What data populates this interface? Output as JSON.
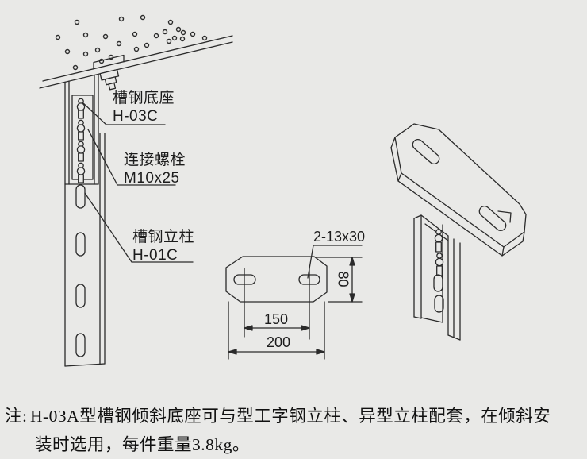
{
  "page": {
    "background": "#e9e9e7",
    "line_color": "#2b2b2b"
  },
  "drawing": {
    "labels": [
      {
        "id": "channel-base",
        "line1": "槽钢底座",
        "line2": "H-03C"
      },
      {
        "id": "connect-bolt",
        "line1": "连接螺栓",
        "line2": "M10x25"
      },
      {
        "id": "channel-column",
        "line1": "槽钢立柱",
        "line2": "H-01C"
      }
    ],
    "plan": {
      "hole_callout": "2-13x30",
      "dim_height": "80",
      "dim_hole_spacing": "150",
      "dim_width": "200"
    }
  },
  "note": {
    "prefix": "注:",
    "line1": "H-03A型槽钢倾斜底座可与型工字钢立柱、异型立柱配套，在倾斜安",
    "line2": "装时选用，每件重量3.8kg。"
  }
}
